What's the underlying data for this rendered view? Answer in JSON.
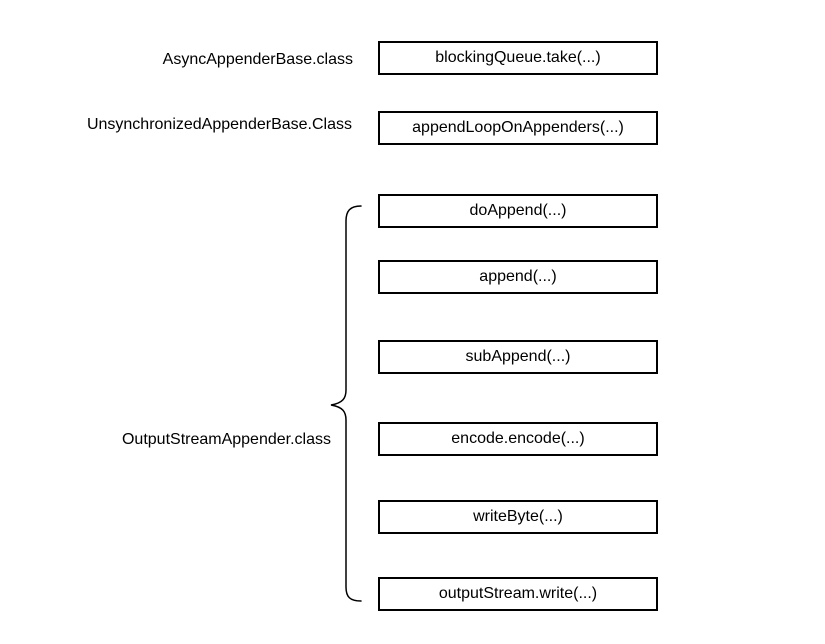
{
  "diagram": {
    "background_color": "#ffffff",
    "line_color": "#000000",
    "rows": [
      {
        "class_label": "AsyncAppenderBase.class",
        "methods": [
          "blockingQueue.take(...)"
        ]
      },
      {
        "class_label": "UnsynchronizedAppenderBase.Class",
        "methods": [
          "appendLoopOnAppenders(...)"
        ]
      },
      {
        "class_label": "OutputStreamAppender.class",
        "methods": [
          "doAppend(...)",
          "append(...)",
          "subAppend(...)",
          "encode.encode(...)",
          "writeByte(...)",
          "outputStream.write(...)"
        ]
      }
    ]
  }
}
